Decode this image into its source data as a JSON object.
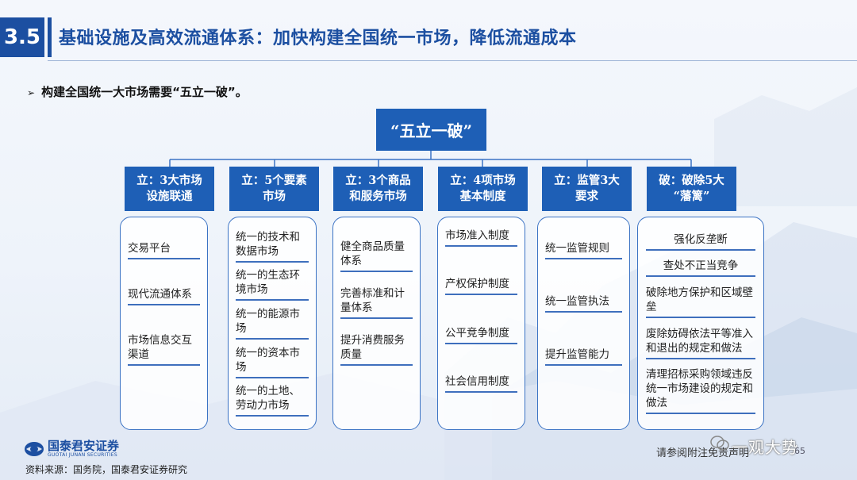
{
  "header": {
    "section_number": "3.5",
    "title": "基础设施及高效流通体系：加快构建全国统一市场，降低流通成本"
  },
  "subtitle": {
    "bullet": "➢",
    "text": "构建全国统一大市场需要“五立一破”。"
  },
  "root": {
    "label": "“五立一破”"
  },
  "columns": [
    {
      "head": "立：3大市场\n设施联通",
      "items": [
        "交易平台",
        "现代流通体系",
        "市场信息交互渠道"
      ]
    },
    {
      "head": "立：5个要素\n市场",
      "items": [
        "统一的技术和数据市场",
        "统一的生态环境市场",
        "统一的能源市场",
        "统一的资本市场",
        "统一的土地、劳动力市场"
      ]
    },
    {
      "head": "立：3个商品\n和服务市场",
      "items": [
        "健全商品质量体系",
        "完善标准和计量体系",
        "提升消费服务质量"
      ]
    },
    {
      "head": "立：4项市场\n基本制度",
      "items": [
        "市场准入制度",
        "产权保护制度",
        "公平竞争制度",
        "社会信用制度"
      ]
    },
    {
      "head": "立：监管3大\n要求",
      "items": [
        "统一监管规则",
        "统一监管执法",
        "提升监管能力"
      ]
    },
    {
      "head": "破：破除5大\n“藩篱”",
      "items": [
        "强化反垄断",
        "查处不正当竞争",
        "破除地方保护和区域壁垒",
        "废除妨碍依法平等准入和退出的规定和做法",
        "清理招标采购领域违反统一市场建设的规定和做法"
      ]
    }
  ],
  "footer": {
    "logo_cn": "国泰君安证券",
    "logo_en": "GUOTAI JUNAN SECURITIES",
    "source": "资料来源：国务院，国泰君安证券研究",
    "disclaimer": "请参阅附注免责声明",
    "watermark": "一观大势",
    "page": "65"
  },
  "colors": {
    "primary": "#1c4fa1",
    "box": "#1e5fb6",
    "border": "#3b73c4"
  }
}
